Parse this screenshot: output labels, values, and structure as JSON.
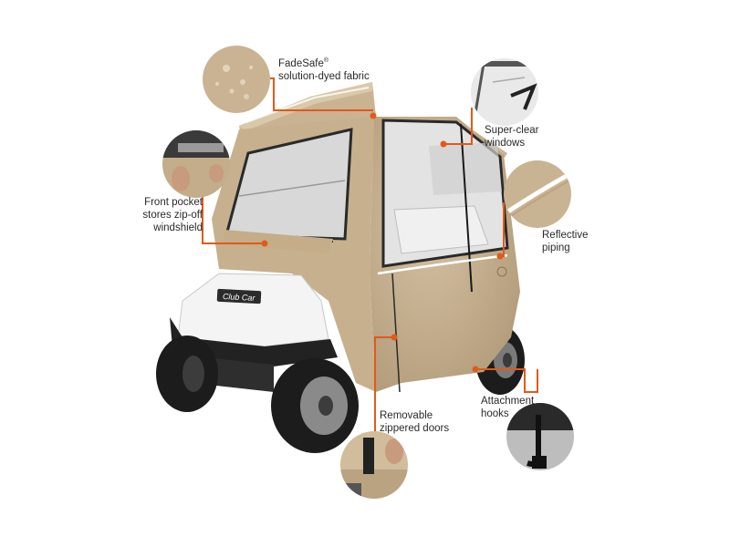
{
  "brand": {
    "hood_badge": "Club Car"
  },
  "callouts": {
    "fabric": {
      "line1": "FadeSafe",
      "reg": "®",
      "line2": "solution-dyed fabric"
    },
    "windows": {
      "line1": "Super-clear",
      "line2": "windows"
    },
    "pocket": {
      "line1": "Front pocket",
      "line2": "stores zip-off",
      "line3": "windshield"
    },
    "piping": {
      "line1": "Reflective",
      "line2": "piping"
    },
    "hooks": {
      "line1": "Attachment",
      "line2": "hooks"
    },
    "doors": {
      "line1": "Removable",
      "line2": "zippered doors"
    }
  },
  "colors": {
    "leader_line": "#e05a1a",
    "cover_tan": "#cbb596",
    "cover_shadow": "#a8916f",
    "window_gray": "#d4d4d4",
    "body_white": "#f2f2f2",
    "tire_black": "#1c1c1c"
  }
}
